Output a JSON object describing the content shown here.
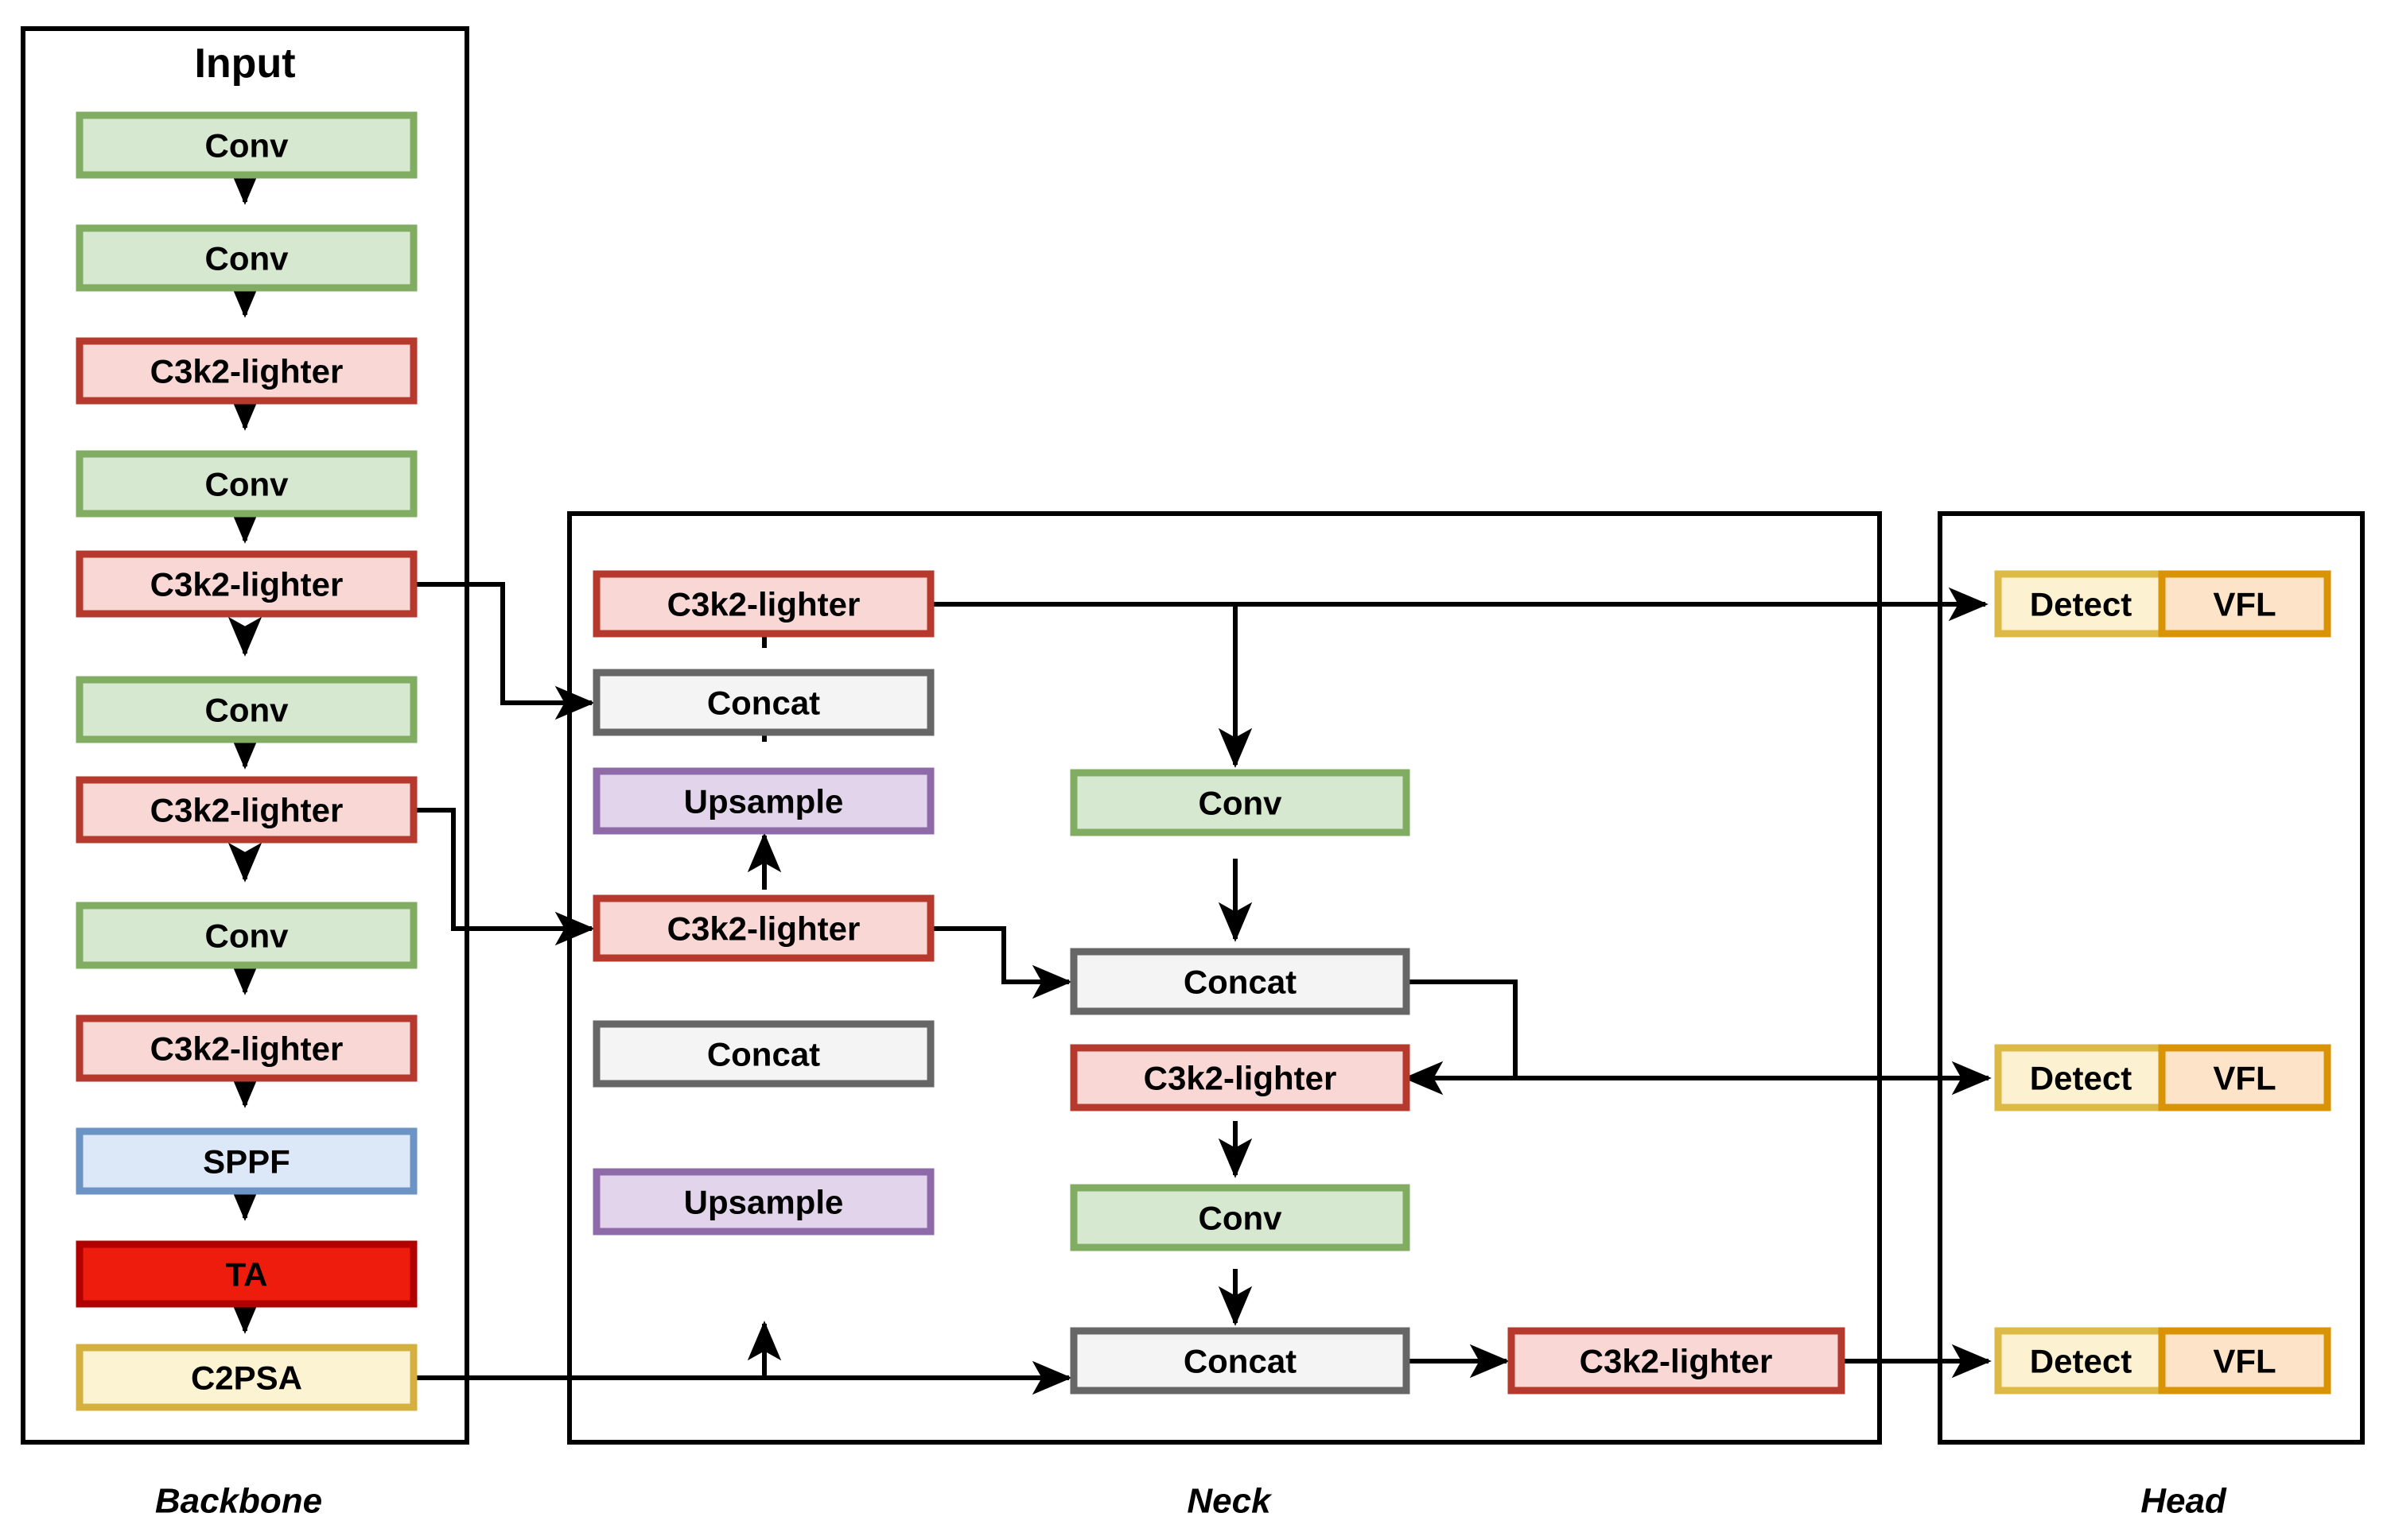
{
  "diagram": {
    "title": "Input",
    "sections": [
      {
        "id": "backbone",
        "label": "Backbone"
      },
      {
        "id": "neck",
        "label": "Neck"
      },
      {
        "id": "head",
        "label": "Head"
      }
    ],
    "legend_colors": {
      "conv_fill": "#d6e8d0",
      "conv_border": "#81ad63",
      "c3k2_fill": "#f8d7d4",
      "c3k2_border": "#b5392c",
      "concat_fill": "#f4f4f4",
      "concat_border": "#666666",
      "upsample_fill": "#e2d4ea",
      "upsample_border": "#8e6ba8",
      "sppf_fill": "#dce8f8",
      "sppf_border": "#6b93c4",
      "ta_fill": "#ed1c0c",
      "ta_border": "#b00000",
      "c2psa_fill": "#fcf3d2",
      "c2psa_border": "#d4b13e",
      "detect_fill": "#fcf1d0",
      "detect_border": "#ddb945",
      "vfl_fill": "#fde3c8",
      "vfl_border": "#d99406",
      "edge_color": "#000000"
    },
    "backbone": {
      "blocks": [
        {
          "label": "Conv",
          "type": "conv"
        },
        {
          "label": "Conv",
          "type": "conv"
        },
        {
          "label": "C3k2-lighter",
          "type": "c3k2"
        },
        {
          "label": "Conv",
          "type": "conv"
        },
        {
          "label": "C3k2-lighter",
          "type": "c3k2"
        },
        {
          "label": "Conv",
          "type": "conv"
        },
        {
          "label": "C3k2-lighter",
          "type": "c3k2"
        },
        {
          "label": "Conv",
          "type": "conv"
        },
        {
          "label": "C3k2-lighter",
          "type": "c3k2"
        },
        {
          "label": "SPPF",
          "type": "sppf"
        },
        {
          "label": "TA",
          "type": "ta"
        },
        {
          "label": "C2PSA",
          "type": "c2psa"
        }
      ]
    },
    "neck": {
      "left_column": [
        {
          "label": "C3k2-lighter",
          "type": "c3k2"
        },
        {
          "label": "Concat",
          "type": "concat"
        },
        {
          "label": "Upsample",
          "type": "upsample"
        },
        {
          "label": "C3k2-lighter",
          "type": "c3k2"
        },
        {
          "label": "Concat",
          "type": "concat"
        },
        {
          "label": "Upsample",
          "type": "upsample"
        }
      ],
      "middle_column": [
        {
          "label": "Conv",
          "type": "conv"
        },
        {
          "label": "Concat",
          "type": "concat"
        },
        {
          "label": "C3k2-lighter",
          "type": "c3k2"
        },
        {
          "label": "Conv",
          "type": "conv"
        },
        {
          "label": "Concat",
          "type": "concat"
        }
      ],
      "right_column": [
        {
          "label": "C3k2-lighter",
          "type": "c3k2"
        }
      ]
    },
    "head": {
      "outputs": [
        {
          "detect": "Detect",
          "loss": "VFL"
        },
        {
          "detect": "Detect",
          "loss": "VFL"
        },
        {
          "detect": "Detect",
          "loss": "VFL"
        }
      ]
    }
  }
}
